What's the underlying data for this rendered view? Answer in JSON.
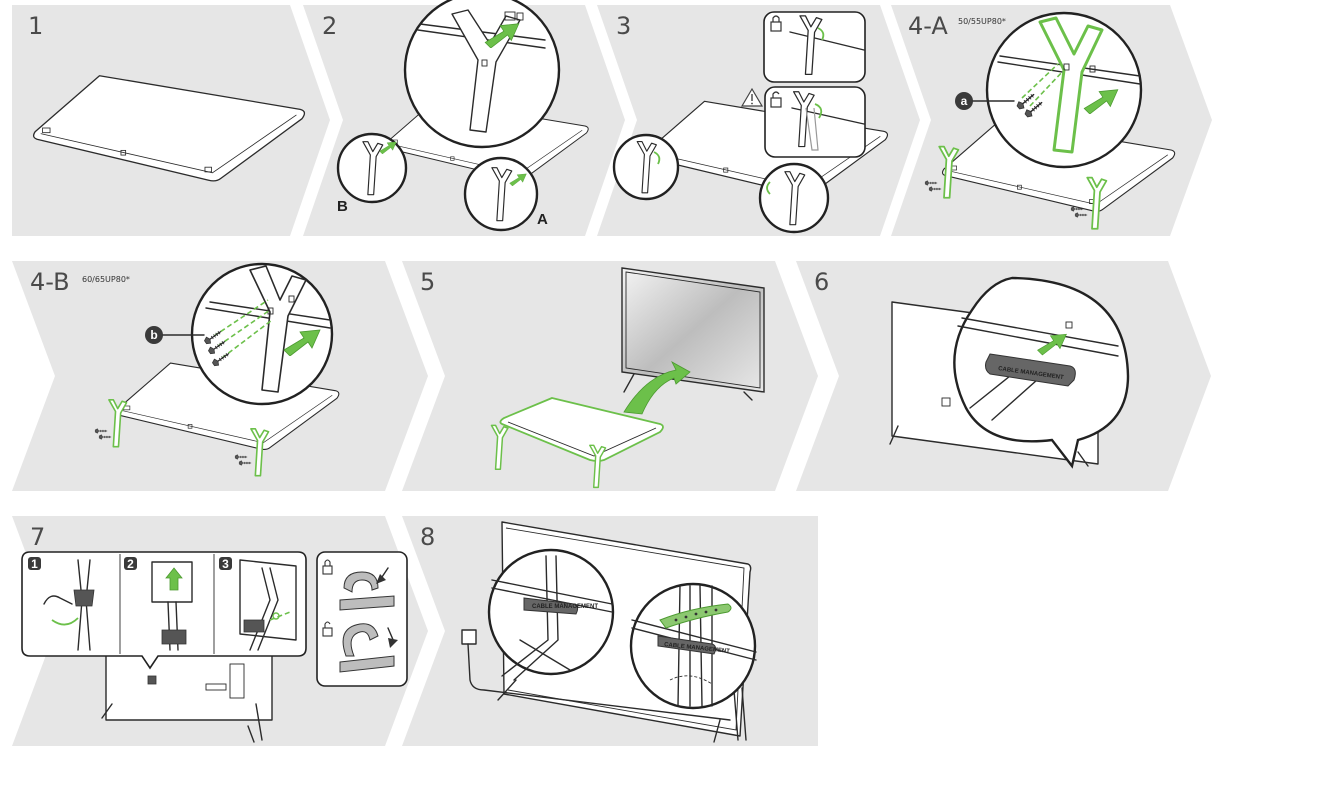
{
  "steps": {
    "s1": {
      "number": "1"
    },
    "s2": {
      "number": "2",
      "label_b": "B",
      "label_a": "A"
    },
    "s3": {
      "number": "3"
    },
    "s4a": {
      "number": "4-A",
      "model": "50/55UP80*",
      "badge": "a"
    },
    "s4b": {
      "number": "4-B",
      "model": "60/65UP80*",
      "badge": "b"
    },
    "s5": {
      "number": "5"
    },
    "s6": {
      "number": "6",
      "tag": "CABLE MANAGEMENT"
    },
    "s7": {
      "number": "7",
      "sub1": "1",
      "sub2": "2",
      "sub3": "3"
    },
    "s8": {
      "number": "8",
      "tag": "CABLE MANAGEMENT"
    }
  },
  "icons": [
    "lock-closed-icon",
    "lock-open-icon",
    "warning-icon",
    "arrow-icon"
  ],
  "colors": {
    "panel_bg": "#e6e6e6",
    "accent_green": "#6cc04a",
    "line": "#2b2b2b"
  }
}
